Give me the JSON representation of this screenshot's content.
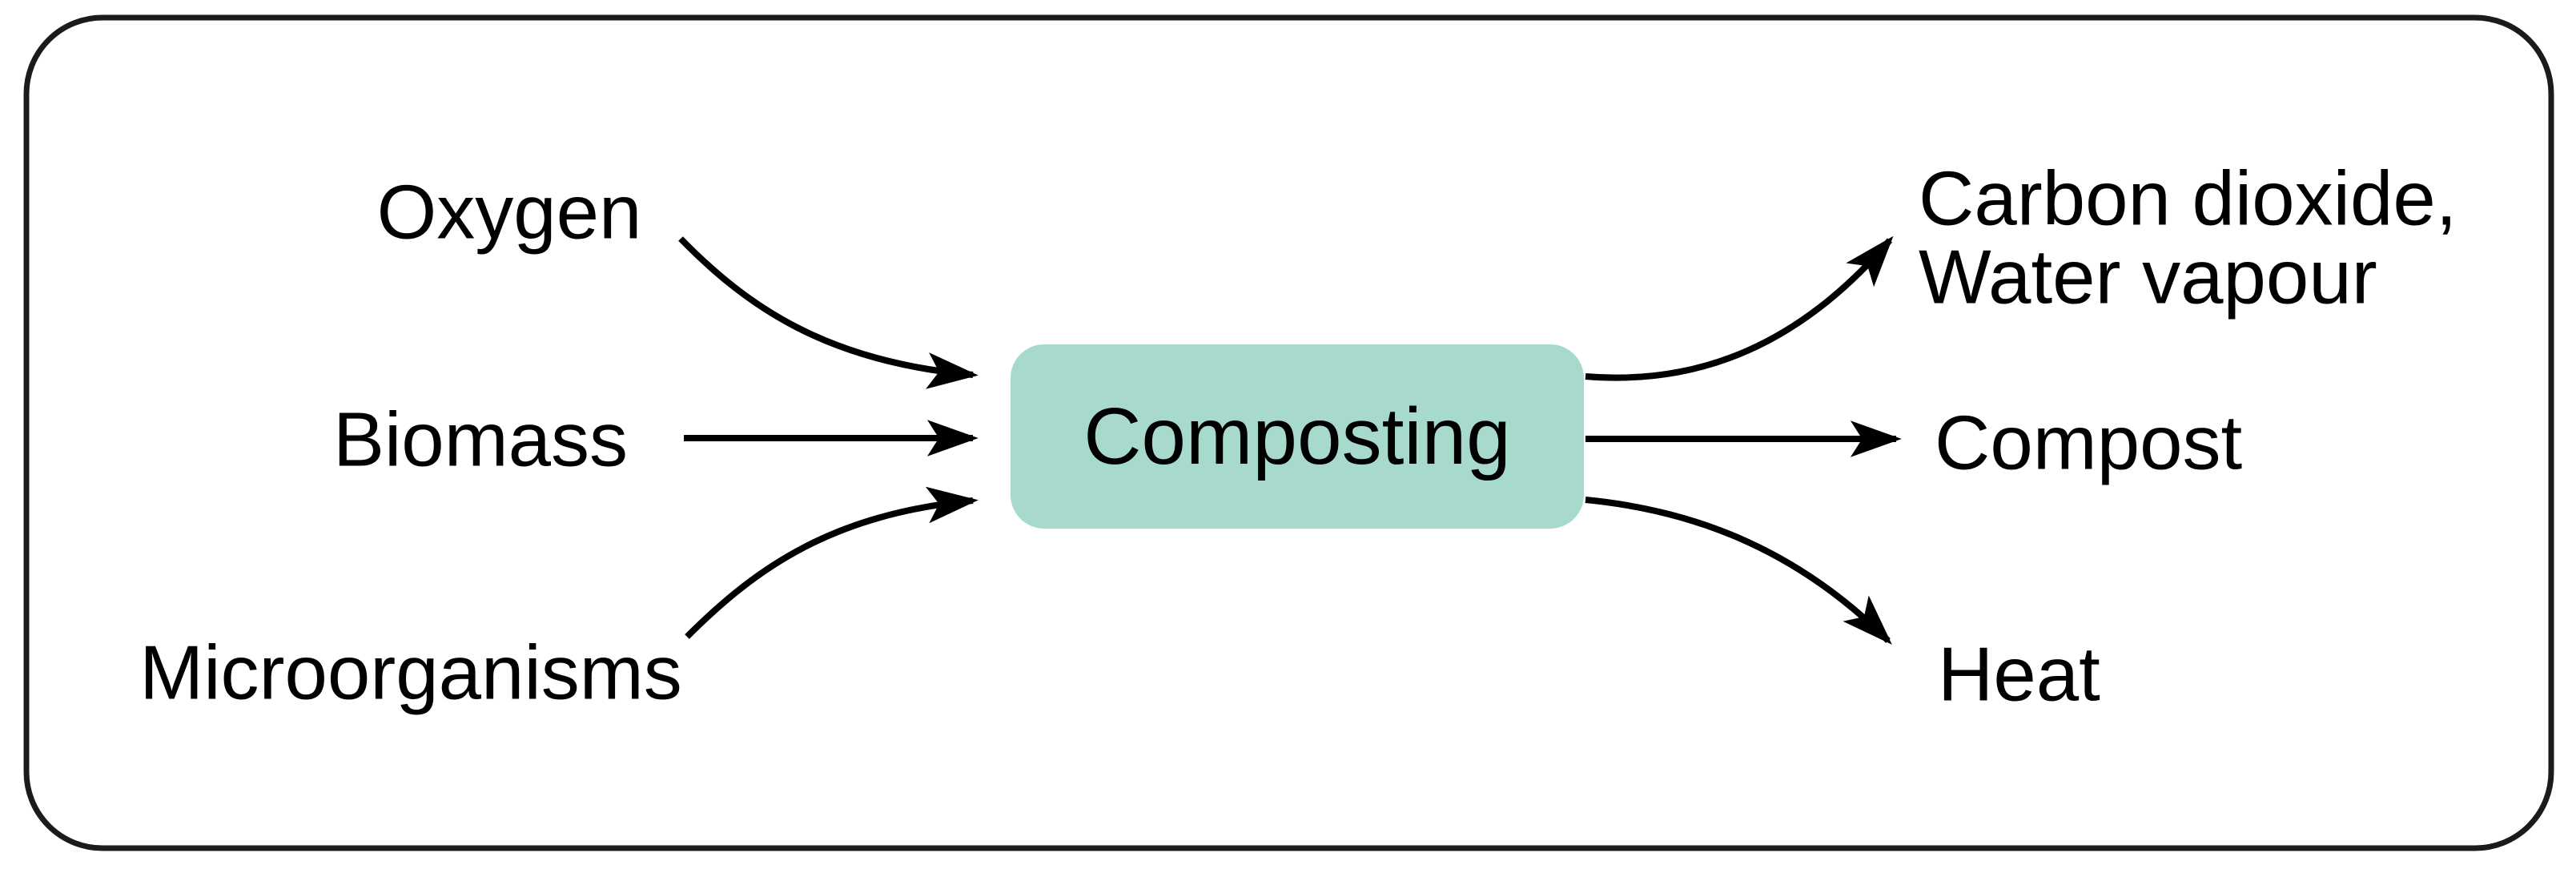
{
  "diagram": {
    "type": "process-flow",
    "process": {
      "label": "Composting"
    },
    "inputs": [
      {
        "label": "Oxygen"
      },
      {
        "label": "Biomass"
      },
      {
        "label": "Microorganisms"
      }
    ],
    "outputs": [
      {
        "label": "Carbon dioxide,",
        "label_line2": "Water vapour"
      },
      {
        "label": "Compost"
      },
      {
        "label": "Heat"
      }
    ],
    "colors": {
      "process_fill": "#a7d9cd",
      "arrow": "#000000",
      "frame_border": "#1b1b1b",
      "text": "#000000",
      "background": "#ffffff"
    }
  }
}
